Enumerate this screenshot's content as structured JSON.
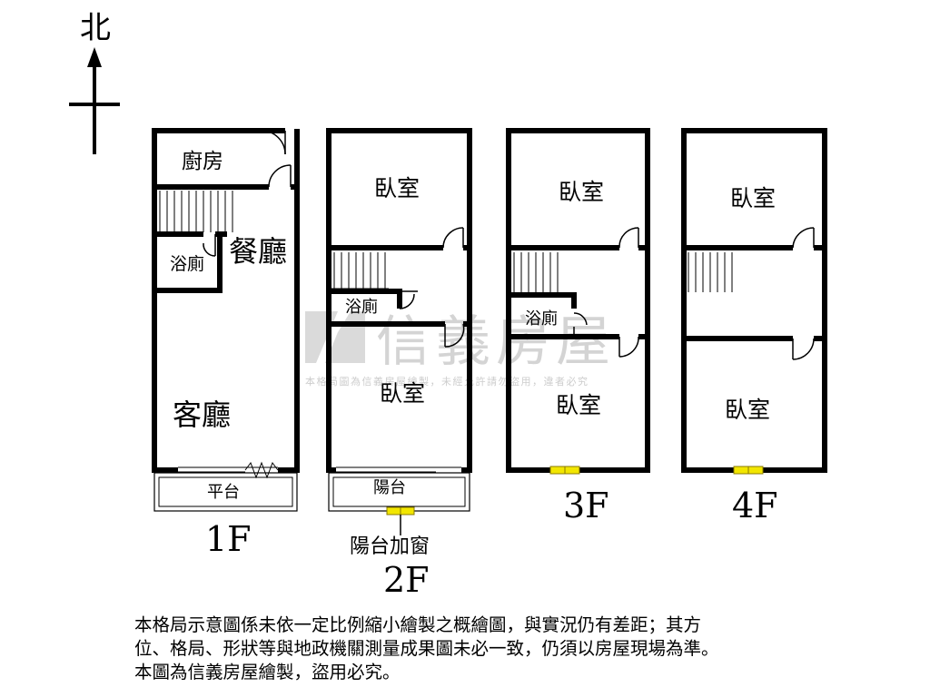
{
  "compass": {
    "north_label": "北"
  },
  "floors": [
    {
      "name": "1F",
      "rooms": [
        "廚房",
        "餐廳",
        "浴廁",
        "客廳"
      ],
      "balcony": "平台"
    },
    {
      "name": "2F",
      "rooms": [
        "臥室",
        "浴廁",
        "臥室"
      ],
      "balcony": "陽台",
      "window_note": "陽台加窗"
    },
    {
      "name": "3F",
      "rooms": [
        "臥室",
        "浴廁",
        "臥室"
      ]
    },
    {
      "name": "4F",
      "rooms": [
        "臥室",
        "臥室"
      ]
    }
  ],
  "watermark": {
    "brand": "信義房屋",
    "notice": "本格局圖為信義房屋繪製，未經允許請勿盜用，違者必究"
  },
  "disclaimer": [
    "本格局示意圖係未依一定比例縮小繪製之概繪圖，與實況仍有差距；其方",
    "位、格局、形狀等與地政機關測量成果圖未必一致，仍須以房屋現場為準。",
    "本圖為信義房屋繪製，盜用必究。"
  ],
  "colors": {
    "wall": "#000000",
    "window_fill": "#f2e600",
    "window_stroke": "#8a7a00",
    "watermark": "#cfcfcf"
  }
}
